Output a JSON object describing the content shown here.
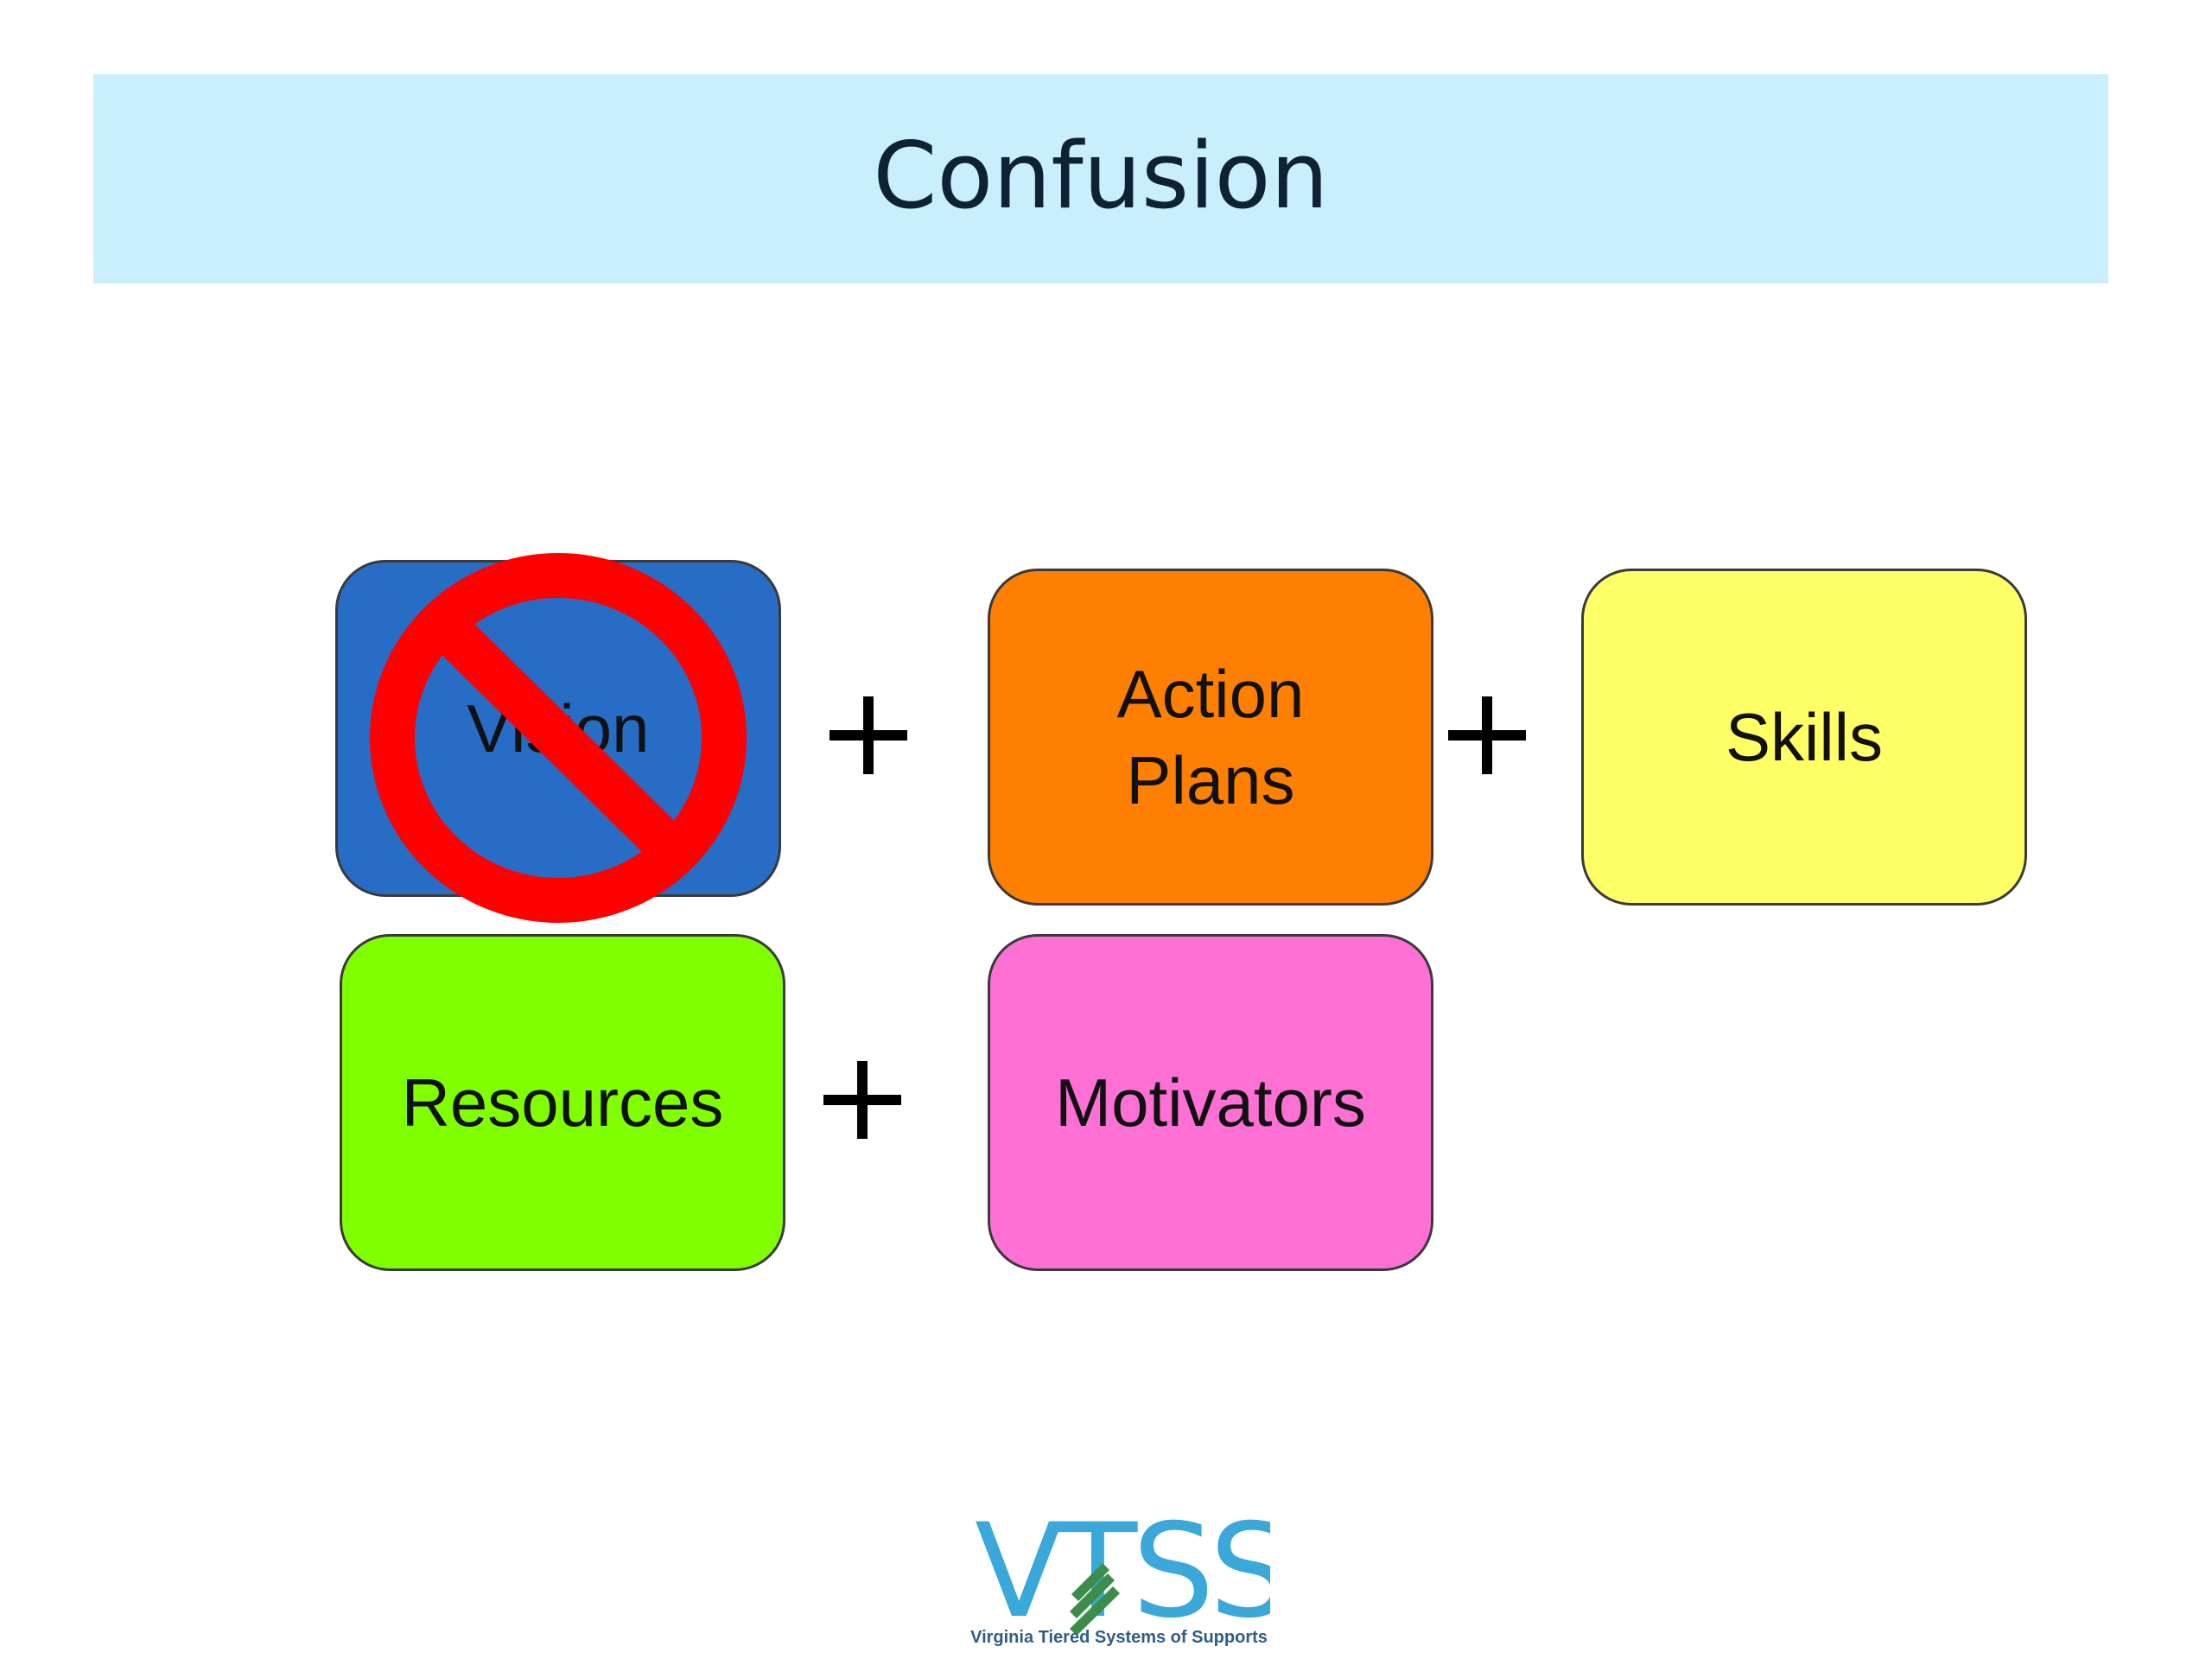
{
  "title": "Confusion",
  "cards": {
    "vision": "Vision",
    "action_line1": "Action",
    "action_line2": "Plans",
    "skills": "Skills",
    "resources": "Resources",
    "motivators": "Motivators"
  },
  "operators": {
    "plus": "+"
  },
  "colors": {
    "title_bar": "#c9eefd",
    "vision": "#276dc5",
    "action_plans": "#ff8000",
    "skills": "#ffff66",
    "resources": "#80ff00",
    "motivators": "#ff70d5",
    "no_sign": "#ff0000",
    "logo": "#3aa8d8"
  },
  "logo": {
    "wordmark": "VTSS",
    "caption": "Virginia Tiered Systems of Supports"
  },
  "icons": {
    "prohibition": "no-sign-icon"
  }
}
